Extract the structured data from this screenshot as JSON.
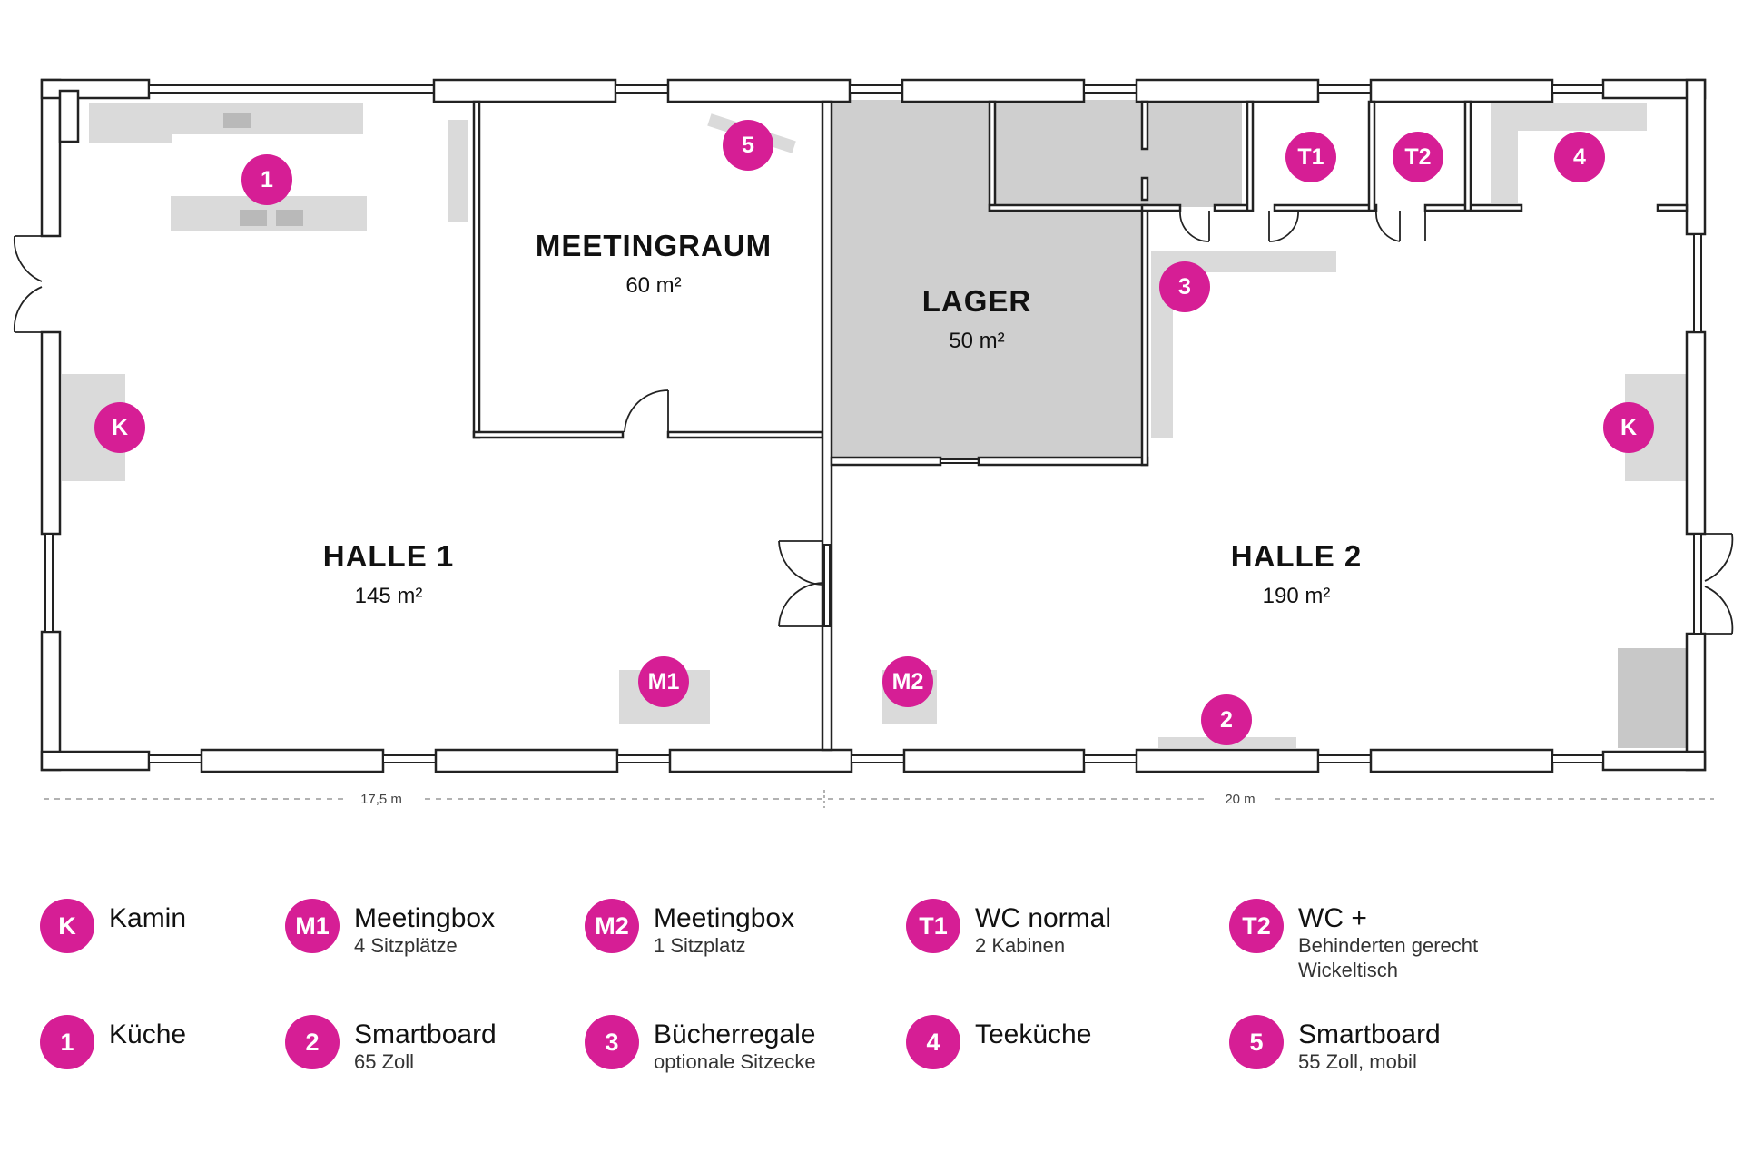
{
  "rooms": {
    "halle1": {
      "name": "HALLE 1",
      "area": "145 m²"
    },
    "meetingraum": {
      "name": "MEETINGRAUM",
      "area": "60 m²"
    },
    "lager": {
      "name": "LAGER",
      "area": "50 m²"
    },
    "halle2": {
      "name": "HALLE 2",
      "area": "190 m²"
    }
  },
  "markers": {
    "k_left": "K",
    "k_right": "K",
    "kueche": "1",
    "smartboard65": "2",
    "buecherregale": "3",
    "teekueche": "4",
    "smartboard55": "5",
    "m1": "M1",
    "m2": "M2",
    "t1": "T1",
    "t2": "T2"
  },
  "dimensions": {
    "left": "17,5 m",
    "right": "20 m"
  },
  "legend": [
    {
      "key": "K",
      "title": "Kamin",
      "sub": []
    },
    {
      "key": "M1",
      "title": "Meetingbox",
      "sub": [
        "4 Sitzplätze"
      ]
    },
    {
      "key": "M2",
      "title": "Meetingbox",
      "sub": [
        "1 Sitzplatz"
      ]
    },
    {
      "key": "T1",
      "title": "WC normal",
      "sub": [
        "2 Kabinen"
      ]
    },
    {
      "key": "T2",
      "title": "WC +",
      "sub": [
        "Behinderten gerecht",
        "Wickeltisch"
      ]
    },
    {
      "key": "1",
      "title": "Küche",
      "sub": []
    },
    {
      "key": "2",
      "title": "Smartboard",
      "sub": [
        "65 Zoll"
      ]
    },
    {
      "key": "3",
      "title": "Bücherregale",
      "sub": [
        "optionale Sitzecke"
      ]
    },
    {
      "key": "4",
      "title": "Teeküche",
      "sub": []
    },
    {
      "key": "5",
      "title": "Smartboard",
      "sub": [
        "55 Zoll, mobil"
      ]
    }
  ],
  "colors": {
    "accent": "#d61e95",
    "furniture": "#dadada",
    "storage": "#cfcfcf"
  }
}
